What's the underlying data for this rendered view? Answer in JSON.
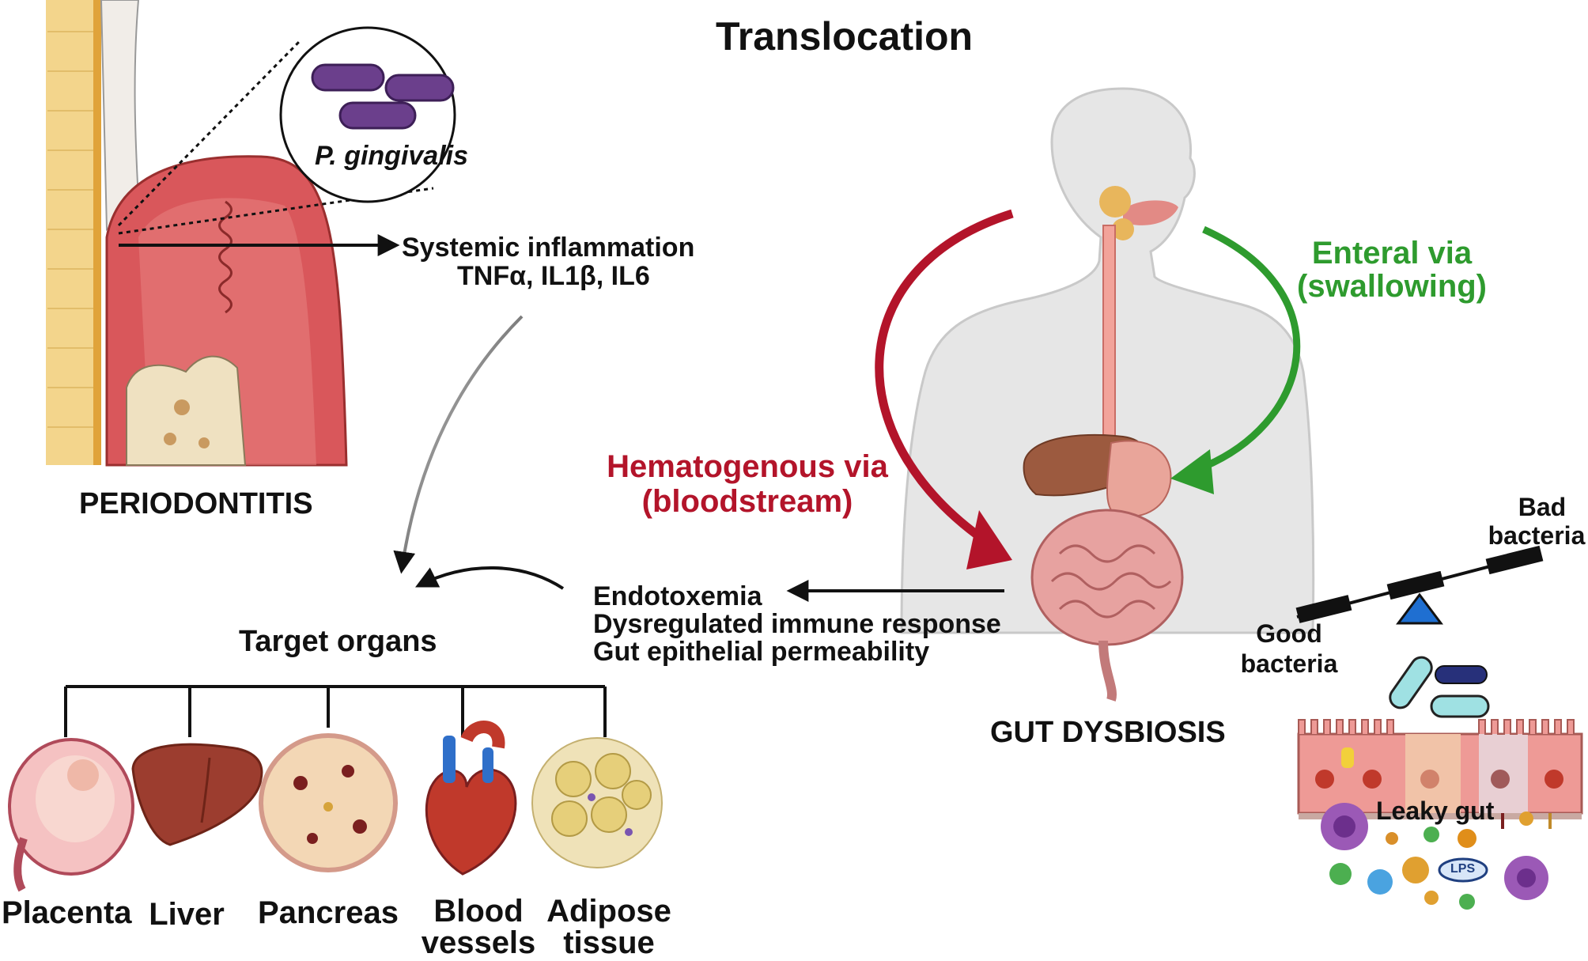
{
  "title": "Translocation",
  "periodontitis": {
    "label": "PERIODONTITIS",
    "bacterium": "P. gingivalis",
    "inflammation_line1": "Systemic inflammation",
    "inflammation_line2": "TNFα, IL1β, IL6"
  },
  "target_organs": {
    "heading": "Target organs",
    "organs": [
      "Placenta",
      "Liver",
      "Pancreas",
      "Blood vessels",
      "Adipose tissue"
    ]
  },
  "routes": {
    "hematogenous_line1": "Hematogenous via",
    "hematogenous_line2": "(bloodstream)",
    "enteral_line1": "Enteral via",
    "enteral_line2": "(swallowing)"
  },
  "effects": [
    "Endotoxemia",
    "Dysregulated immune response",
    "Gut epithelial permeability"
  ],
  "gut": {
    "label": "GUT DYSBIOSIS",
    "good_bacteria": [
      "Good",
      "bacteria"
    ],
    "bad_bacteria": [
      "Bad",
      "bacteria"
    ],
    "leaky_gut": "Leaky gut",
    "lps": "LPS"
  },
  "colors": {
    "hematogenous": "#b3142a",
    "enteral": "#2e9b2e",
    "gum": "#d9575b",
    "bacterium": "#6b3f8c",
    "body": "#e6e6e6"
  }
}
